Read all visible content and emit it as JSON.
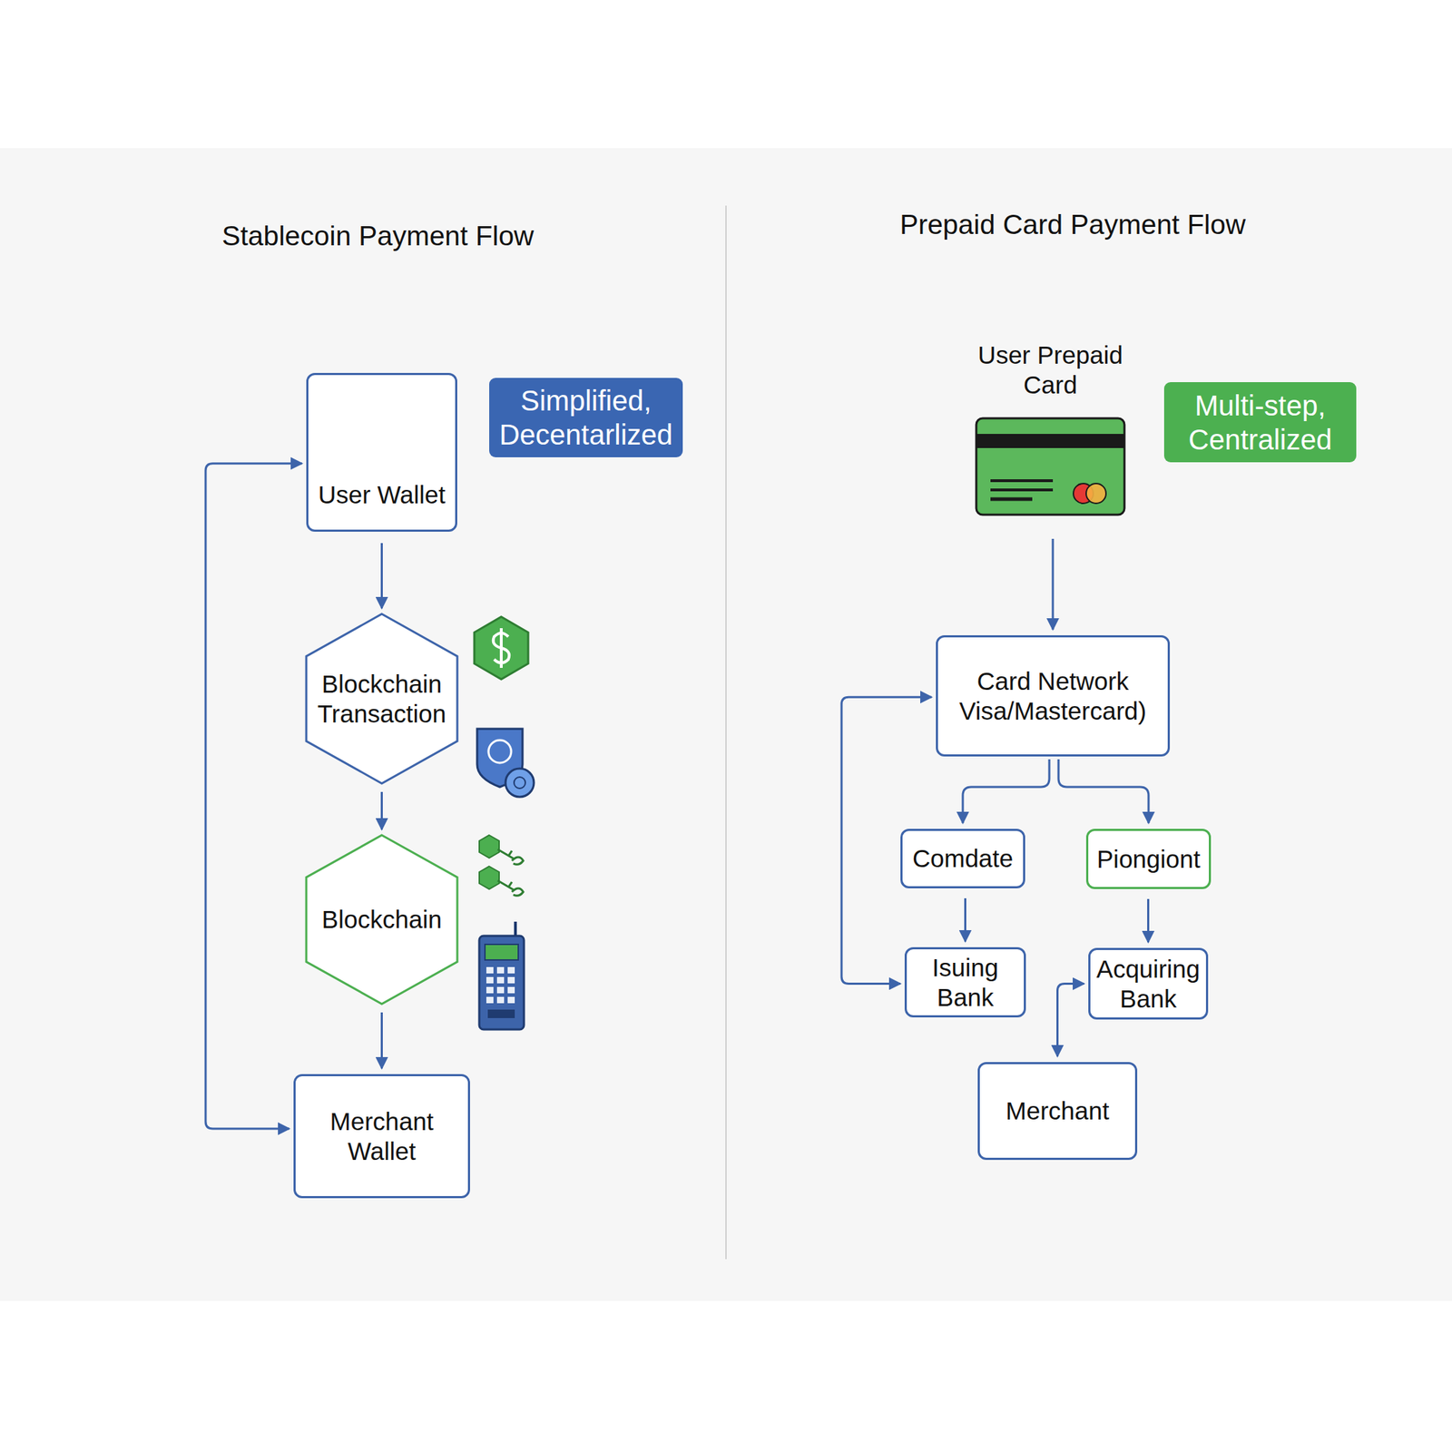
{
  "diagram": {
    "nodes": [
      {
        "text": [
          "User Wallet"
        ]
      },
      {
        "text": [
          "Simplified, Decentarlized"
        ]
      },
      {
        "text": [
          "Blockchain Transaction"
        ]
      },
      {
        "text": [
          "Blockchain"
        ]
      },
      {
        "text": [
          "Merchant Wallet"
        ]
      },
      {
        "text": [
          "User Prepaid Card"
        ]
      },
      {
        "text": [
          "Multi-step, Centralized"
        ]
      },
      {
        "text": [
          "Card Network Visa/Mastercard)"
        ]
      },
      {
        "text": [
          "Comdate"
        ]
      },
      {
        "text": [
          "Piongiont"
        ]
      },
      {
        "text": [
          "Isuing Bank"
        ]
      },
      {
        "text": [
          "Acquiring Bank"
        ]
      },
      {
        "text": [
          "Merchant"
        ]
      }
    ],
    "edges": [
      {
        "from": 0,
        "to": 2,
        "arrow": "to"
      },
      {
        "from": 2,
        "to": 3,
        "arrow": "to"
      },
      {
        "from": 3,
        "to": 4,
        "arrow": "to"
      },
      {
        "from": 0,
        "to": 4,
        "arrow": "both"
      },
      {
        "from": 5,
        "to": 7,
        "arrow": "to"
      },
      {
        "from": 7,
        "to": 8,
        "arrow": "to"
      },
      {
        "from": 7,
        "to": 9,
        "arrow": "to"
      },
      {
        "from": 8,
        "to": 10,
        "arrow": "to"
      },
      {
        "from": 9,
        "to": 11,
        "arrow": "to"
      },
      {
        "from": 7,
        "to": 10,
        "arrow": "both"
      },
      {
        "from": 11,
        "to": 12,
        "arrow": "both"
      }
    ],
    "labels": [
      "Stablecoin Payment Flow",
      "Prepaid Card Payment Flow"
    ]
  }
}
